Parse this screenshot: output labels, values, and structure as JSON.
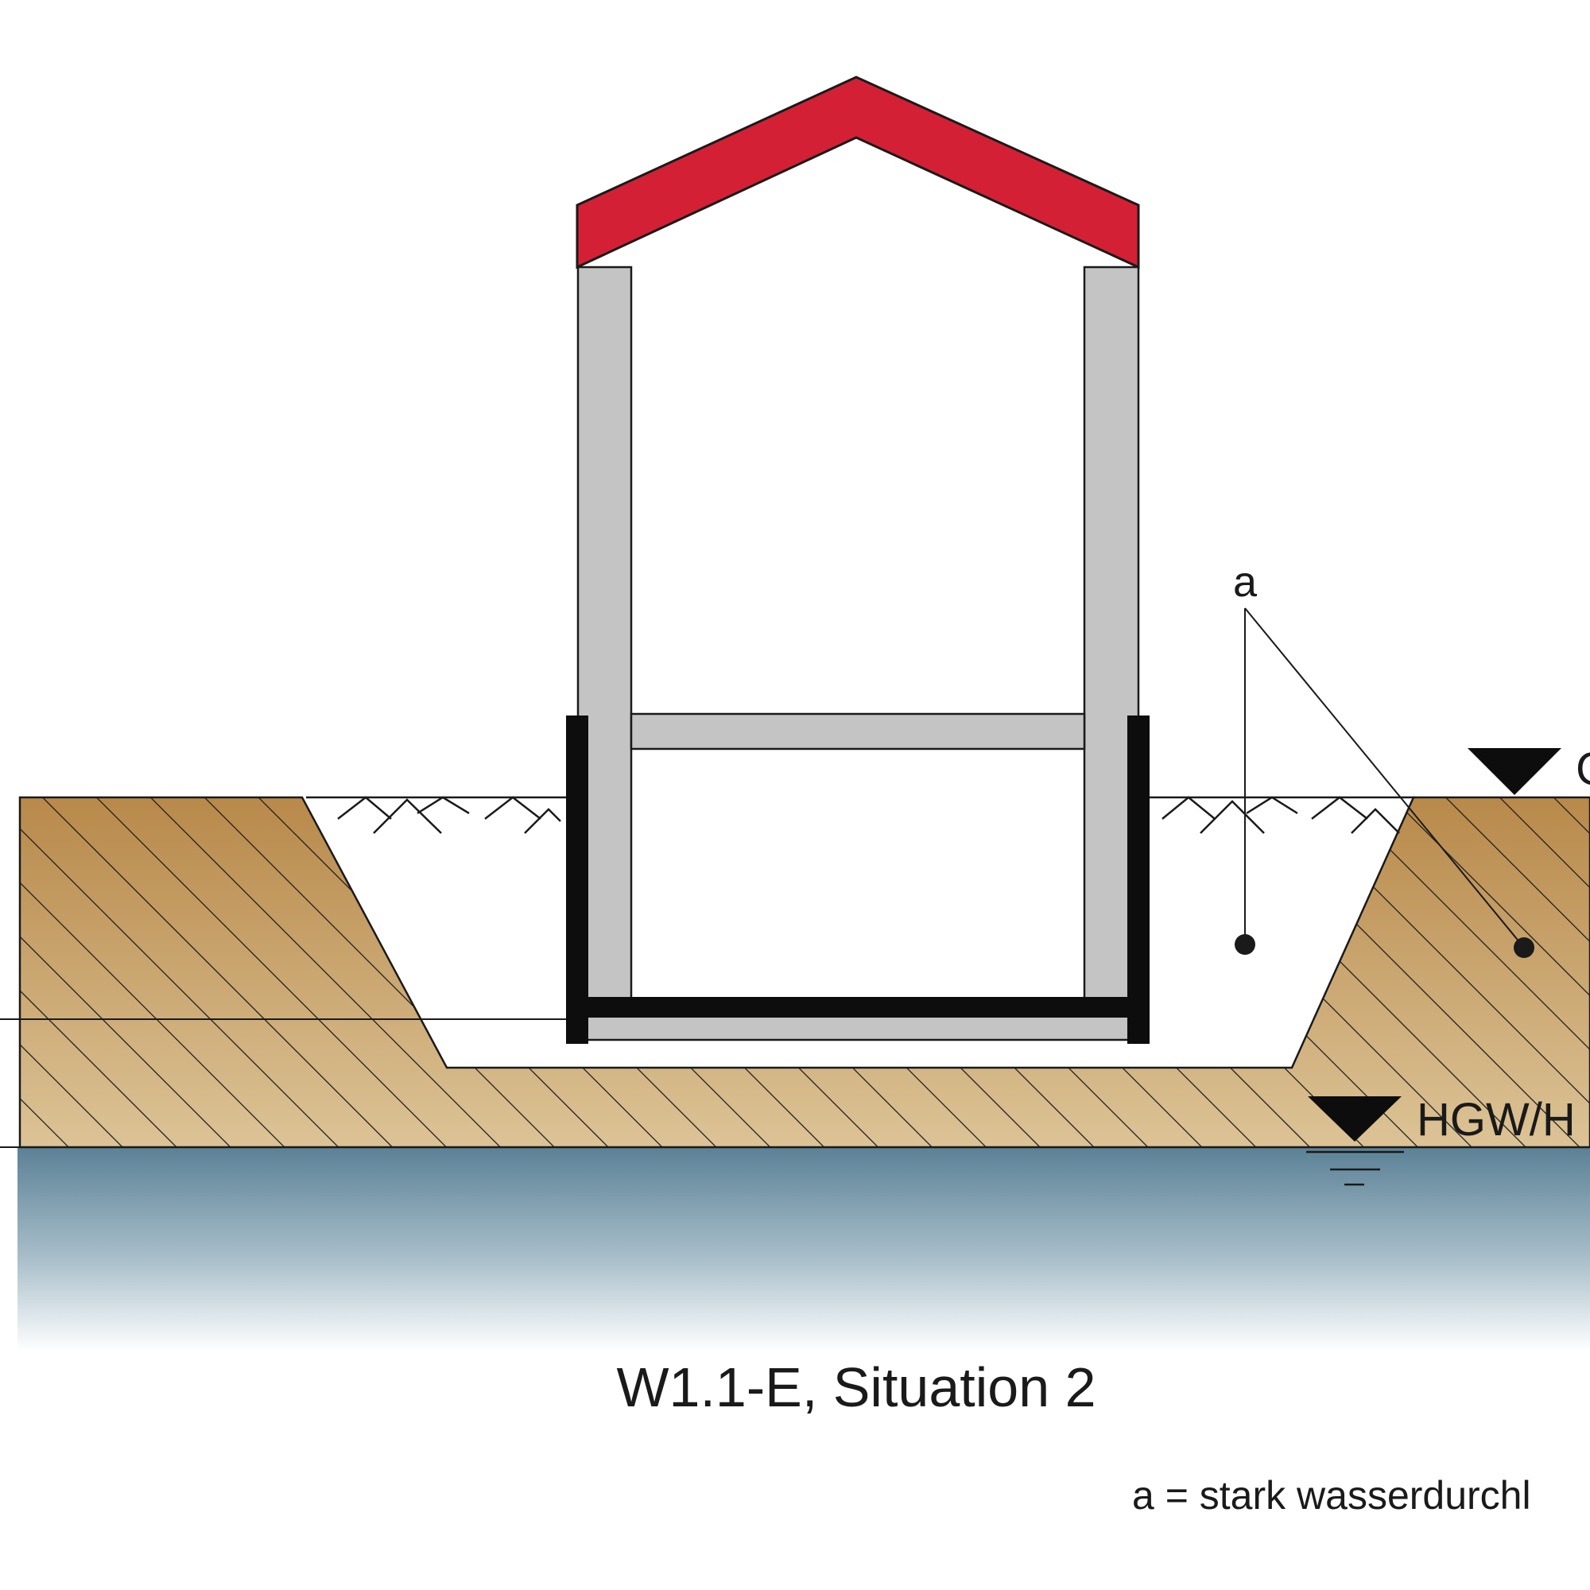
{
  "labels": {
    "leader_letter": "a",
    "ground_level_marker": "G",
    "groundwater_marker": "HGW/H",
    "caption": "W1.1-E, Situation 2",
    "legend": "a = stark wasserdurchl"
  },
  "colors": {
    "roof": "#d42035",
    "wall": "#c4c4c4",
    "waterproofing": "#0d0d0d",
    "soil_top": "#b8894a",
    "soil_bottom": "#dcc396",
    "water_top": "#5b8196",
    "water_bottom": "#ffffff",
    "line": "#1a1a1a"
  },
  "icons": {
    "level_marker": "triangle-down-icon",
    "water_level_marker": "water-level-icon"
  }
}
